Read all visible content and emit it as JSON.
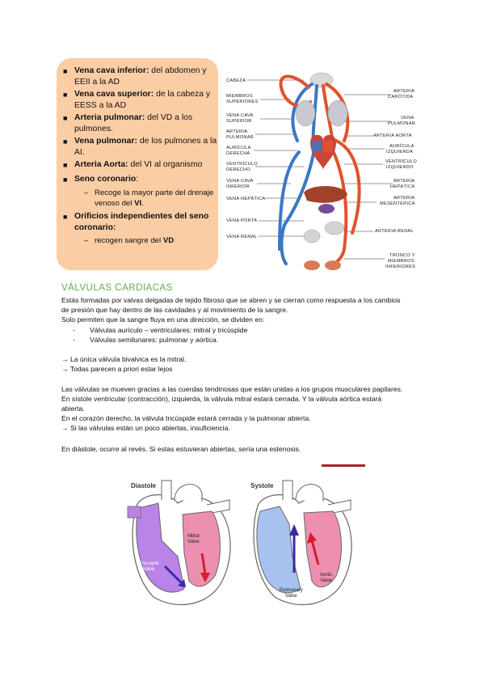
{
  "box": {
    "items": [
      {
        "bold": "Vena cava inferior:",
        "rest": " del abdomen y",
        "line2": "EEII a la AD"
      },
      {
        "bold": "Vena cava superior:",
        "rest": " de la cabeza y",
        "line2": "EESS a la AD"
      },
      {
        "bold": "Arteria pulmonar:",
        "rest": " del VD a los",
        "line2": "pulmones."
      },
      {
        "bold": "Vena pulmonar:",
        "rest": " de los pulmones a la",
        "line2": "AI."
      },
      {
        "bold": "Arteria Aorta:",
        "rest": " del VI al organismo",
        "line2": ""
      },
      {
        "bold": "Seno coronario",
        "rest": ":",
        "line2": ""
      },
      {
        "sub": "Recoge la mayor parte del drenaje",
        "sub2a": "venoso del ",
        "sub2b": "VI",
        "sub2c": "."
      },
      {
        "bold": "Orificios independientes del seno",
        "rest": "",
        "line2b": "coronario:"
      },
      {
        "sub": "recogen sangre del ",
        "subb": "VD"
      }
    ]
  },
  "diagram": {
    "left": [
      "CABEZA",
      "MIEMBROS",
      "SUPERIORES",
      "VENA CAVA",
      "SUPERIOR",
      "ARTERIA",
      "PULMONAR",
      "AURÍCULA",
      "DERECHA",
      "VENTRÍCULO",
      "DERECHO",
      "VENA CAVA",
      "INFERIOR",
      "VENA HEPÁTICA",
      "VENA PORTA",
      "VENA RENAL"
    ],
    "right": [
      "ARTERIA",
      "CARÓTIDA",
      "VENA",
      "PULMONAR",
      "ARTERIA AORTA",
      "AURÍCULA",
      "IZQUIERDA",
      "VENTRÍCULO",
      "IZQUIERDO",
      "ARTERIA",
      "HEPÁTICA",
      "ARTERIA",
      "MESENTÉRICA",
      "ARTERIA RENAL",
      "TRONCO Y",
      "MIEMBROS",
      "INFERIORES"
    ]
  },
  "section": {
    "heading": "VÁLVULAS CARDIACAS",
    "p1": [
      "Estás formadas por valvas delgadas de tejido fibroso que se abren y se cierran como respuesta a los cambios",
      "de presión que hay dentro de las cavidades y al movimiento de la sangre.",
      "Solo permiten que la sangre fluya en una dirección, se dividen en:"
    ],
    "list": [
      "Válvulas aurículo – ventriculares: mitral y tricúspide",
      "Válvulas semilunares: pulmonar y aórtica."
    ],
    "arrows": [
      "→ La única válvula bivalvica es la mitral.",
      "→ Todas parecen a priori estar lejos"
    ],
    "p2": [
      "Las válvulas se mueven gracias a las cuerdas tendinosas que están unidas a los grupos musculares papilares.",
      "En sístole ventricular (contracción), izquierda, la válvula mitral estará cerrada. Y la válvula aórtica estará",
      "abierta.",
      "En el corazón derecho, la válvula tricúspide estará cerrada y la pulmonar abierta.",
      "→ Si las válvulas están un poco abiertas, insuficiencia."
    ],
    "p3": "En diástole, ocurre al revés. Si estas estuvieran abiertas, sería una estenosis."
  },
  "hearts": {
    "diastole": "Diastole",
    "systole": "Systole",
    "mitral": [
      "Mitral",
      "Valve"
    ],
    "tricuspid": [
      "Tricuspid",
      "Valve"
    ],
    "aortic": [
      "Aortic",
      "Valve"
    ],
    "pulmonary": [
      "Pulmonary",
      "Valve"
    ]
  },
  "colors": {
    "box": "#fbcda5",
    "heading": "#6aa84f",
    "artery": "#e2522b",
    "vein": "#3b78c4",
    "purple": "#b983e8",
    "pink": "#ec8fb0",
    "lightblue": "#a7c2ee",
    "redline": "#a3242b"
  }
}
